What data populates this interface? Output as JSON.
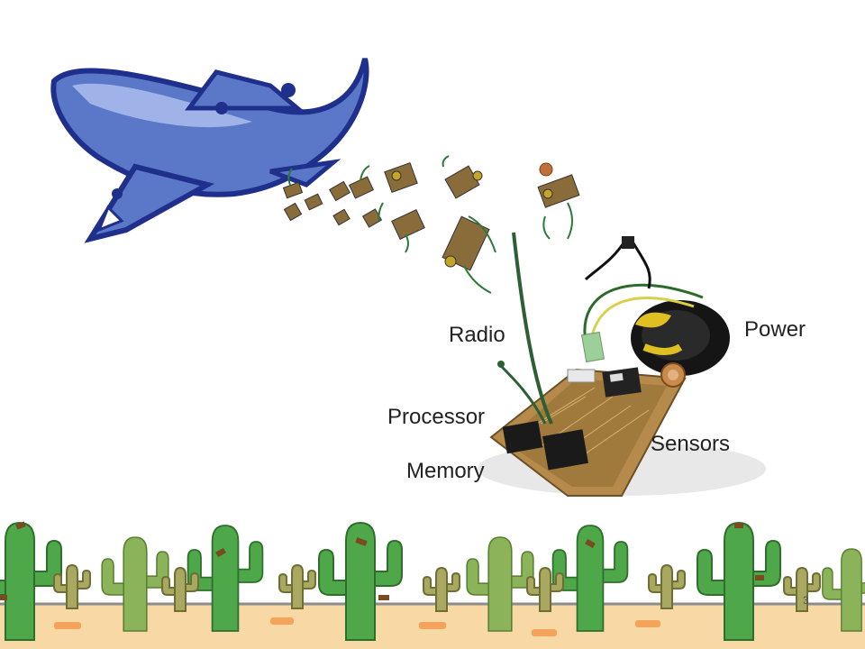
{
  "slide": {
    "labels": {
      "radio": "Radio",
      "power": "Power",
      "processor": "Processor",
      "sensors": "Sensors",
      "memory": "Memory"
    },
    "page_number": "3"
  },
  "colors": {
    "airplane": "#5b78c8",
    "airplane_dark": "#1f2f8c",
    "airplane_light": "#9fb3e8",
    "cactus": "#4ea84a",
    "cactus_light": "#8bb45a",
    "cactus_dark": "#2f6f2c",
    "ground": "#f8d9a6",
    "ground_line": "#8c8c8c",
    "board": "#b58a4a",
    "chip": "#222222"
  },
  "icons": [
    "airplane-clipart",
    "sensor-mote-photo",
    "cactus-clipart",
    "ground-strip"
  ]
}
